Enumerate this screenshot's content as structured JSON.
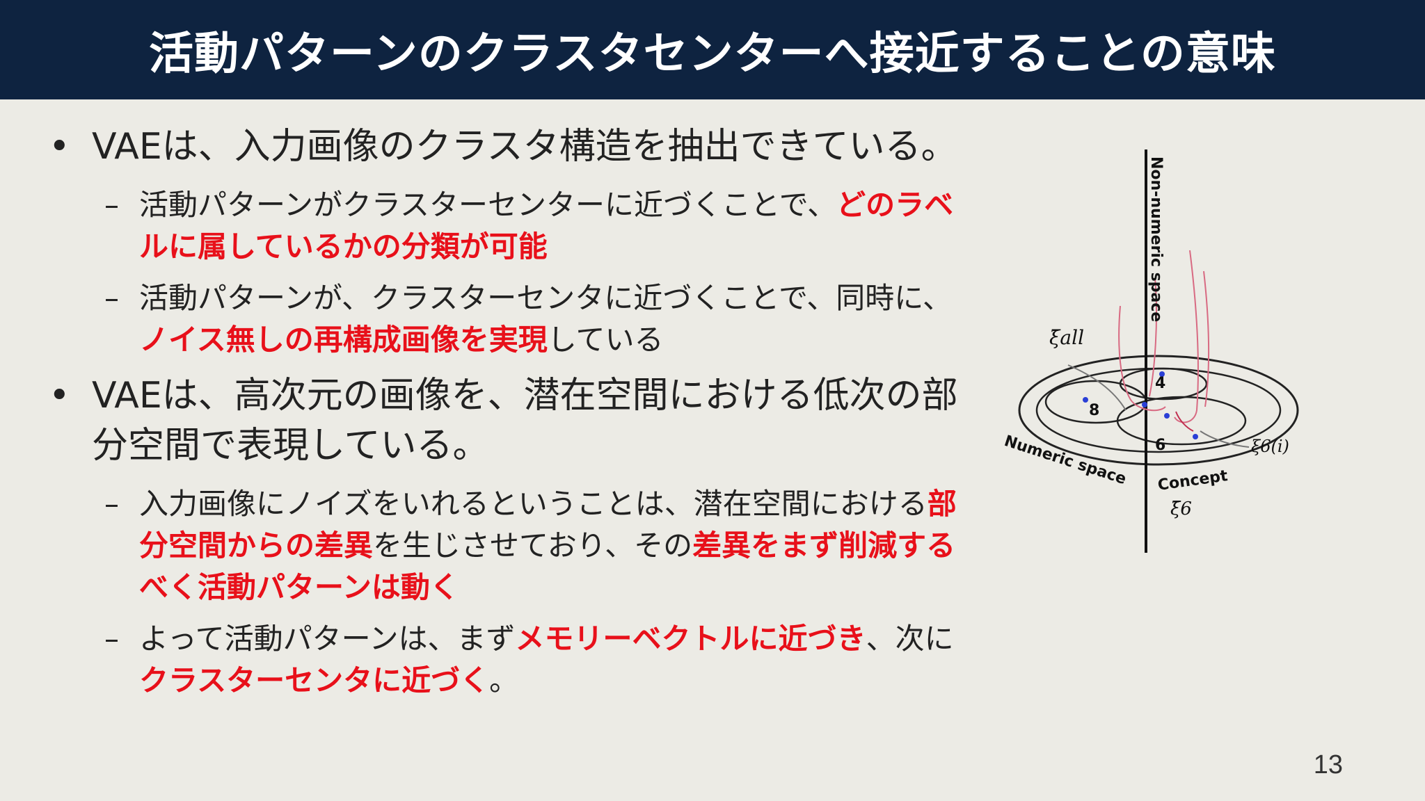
{
  "title": "活動パターンのクラスタセンターへ接近することの意味",
  "bullet_char": "•",
  "dash_char": "–",
  "bullets": [
    {
      "text": "VAEは、入力画像のクラスタ構造を抽出できている。"
    },
    {
      "text": "VAEは、高次元の画像を、潜在空間における低次の部分空間で表現している。"
    }
  ],
  "sub1a": {
    "t1": "活動パターンがクラスターセンターに近づくことで、",
    "r1": "どのラベルに属しているかの分類が可能"
  },
  "sub1b": {
    "t1": "活動パターンが、クラスターセンタに近づくことで、同時に、",
    "r1": "ノイス無しの再構成画像を実現",
    "t2": "している"
  },
  "sub2a": {
    "t1": "入力画像にノイズをいれるということは、潜在空間における",
    "r1": "部分空間からの差異",
    "t2": "を生じさせており、その",
    "r2": "差異をまず削減するべく活動パターンは動く"
  },
  "sub2b": {
    "t1": "よって活動パターンは、まず",
    "r1": "メモリーベクトルに近づき",
    "t2": "、次に",
    "r2": "クラスターセンタに近づく",
    "t3": "。"
  },
  "figure": {
    "axis_label_vertical": "Non-numeric space",
    "axis_label_horizontal": "Numeric space",
    "concept_label": "Concept",
    "xi_all": "ξ̄all",
    "xi_6": "ξ̄6",
    "xi_6i": "ξ6(i)",
    "cluster_8": "8",
    "cluster_4": "4",
    "cluster_6": "6"
  },
  "page_number": "13",
  "colors": {
    "title_bg": "#0e2340",
    "highlight": "#e8101a",
    "background": "#ecebe5"
  }
}
